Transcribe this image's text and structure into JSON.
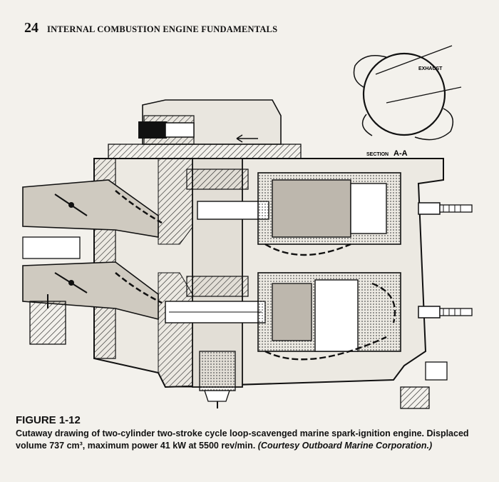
{
  "header": {
    "page_number": "24",
    "title": "INTERNAL COMBUSTION ENGINE FUNDAMENTALS"
  },
  "figure": {
    "label_exhaust": "EXHAUST",
    "label_section": "SECTION",
    "label_section_mark": "A-A"
  },
  "caption": {
    "label": "FIGURE 1-12",
    "text": "Cutaway drawing of two-cylinder two-stroke cycle loop-scavenged marine spark-ignition engine. Displaced volume 737 cm³, maximum power 41 kW at 5500 rev/min.",
    "credit": "(Courtesy Outboard Marine Corporation.)"
  }
}
